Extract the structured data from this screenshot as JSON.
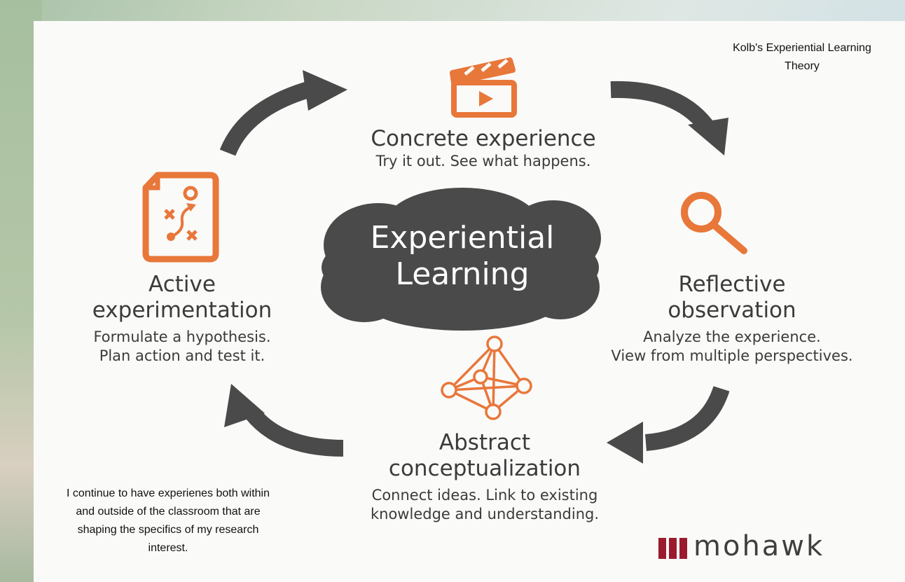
{
  "header": {
    "title": "Kolb's Experiential Learning Theory"
  },
  "center": {
    "label_line1": "Experiential",
    "label_line2": "Learning"
  },
  "stages": {
    "concrete": {
      "title": "Concrete experience",
      "desc_line1": "Try it out. See what happens.",
      "icon": "clapperboard-icon"
    },
    "reflective": {
      "title_line1": "Reflective",
      "title_line2": "observation",
      "desc_line1": "Analyze the experience.",
      "desc_line2": "View from multiple perspectives.",
      "icon": "magnifier-icon"
    },
    "abstract": {
      "title_line1": "Abstract",
      "title_line2": "conceptualization",
      "desc_line1": "Connect ideas. Link to existing",
      "desc_line2": "knowledge and understanding.",
      "icon": "network-pyramid-icon"
    },
    "active": {
      "title_line1": "Active",
      "title_line2": "experimentation",
      "desc_line1": "Formulate a hypothesis.",
      "desc_line2": "Plan action and test it.",
      "icon": "strategy-document-icon"
    }
  },
  "note": {
    "text": "I continue to have experienes both within and outside of the classroom that are shaping the specifics of my research interest."
  },
  "logo": {
    "text": "mohawk"
  },
  "colors": {
    "accent": "#e8773a",
    "dark": "#4a4a4a",
    "logo_bars": "#9b1b2e"
  }
}
